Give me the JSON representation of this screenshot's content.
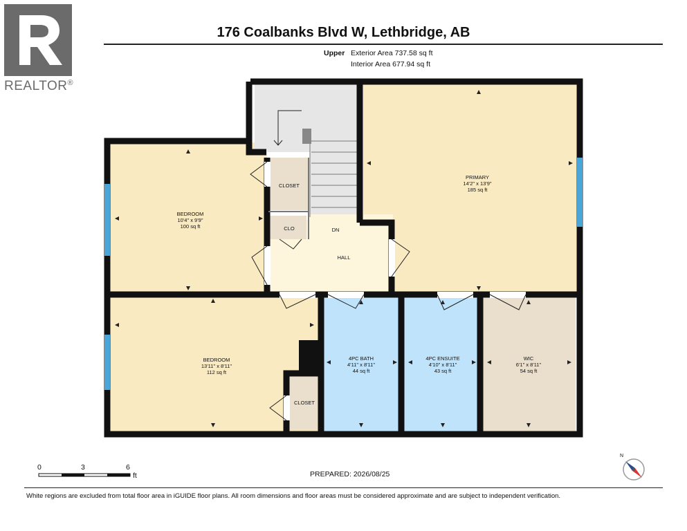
{
  "brand": {
    "logo_text": "REALTOR",
    "registered": "®"
  },
  "header": {
    "title": "176 Coalbanks Blvd W, Lethbridge, AB",
    "level": "Upper",
    "exterior_area": "Exterior Area 737.58 sq ft",
    "interior_area": "Interior Area 677.94 sq ft"
  },
  "rooms": {
    "primary": {
      "name": "PRIMARY",
      "dims": "14'2\" x 13'9\"",
      "area": "185 sq ft"
    },
    "bedroom_top": {
      "name": "BEDROOM",
      "dims": "10'4\" x 9'9\"",
      "area": "100 sq ft"
    },
    "bedroom_bottom": {
      "name": "BEDROOM",
      "dims": "13'11\" x 8'11\"",
      "area": "112 sq ft"
    },
    "bath": {
      "name": "4PC BATH",
      "dims": "4'11\" x 8'11\"",
      "area": "44 sq ft"
    },
    "ensuite": {
      "name": "4PC ENSUITE",
      "dims": "4'10\" x 8'11\"",
      "area": "43 sq ft"
    },
    "wic": {
      "name": "WIC",
      "dims": "6'1\" x 8'11\"",
      "area": "54 sq ft"
    },
    "closet_top": {
      "name": "CLOSET"
    },
    "clo": {
      "name": "CLO"
    },
    "closet_bottom": {
      "name": "CLOSET"
    },
    "hall": {
      "name": "HALL"
    },
    "stairs": {
      "name": "DN"
    }
  },
  "scale": {
    "ticks": [
      "0",
      "3",
      "6"
    ],
    "unit": "ft"
  },
  "prepared": "PREPARED: 2026/08/25",
  "compass": {
    "north": "N"
  },
  "disclaimer": "White regions are excluded from total floor area in iGUIDE floor plans. All room dimensions and floor areas must be considered approximate and are subject to independent verification.",
  "colors": {
    "primary_fill": "#faeac2",
    "bedroom_fill": "#faeac2",
    "hall_fill": "#fdf5dc",
    "bath_fill": "#bfe3fb",
    "wic_fill": "#eadfcc",
    "closet_fill": "#eadfcc",
    "stairs_fill": "#e6e6e6",
    "wall": "#111111",
    "window": "#4aa6d8",
    "logo_grey": "#6b6b6b"
  }
}
